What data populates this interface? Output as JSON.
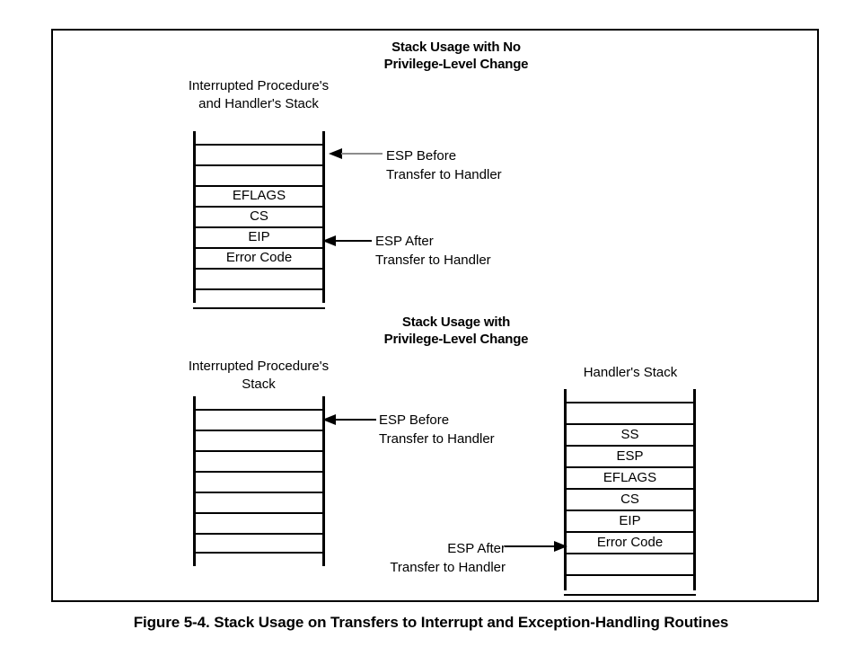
{
  "figure": {
    "caption": "Figure 5-4.  Stack Usage on Transfers to Interrupt and Exception-Handling Routines"
  },
  "sections": [
    {
      "id": "no-privilege-change",
      "title": "Stack Usage with No\nPrivilege-Level Change",
      "stacks": [
        {
          "id": "interrupted-and-handler-stack",
          "heading": "Interrupted Procedure's\nand Handler's Stack",
          "rows": [
            {
              "label": ""
            },
            {
              "label": ""
            },
            {
              "label": "EFLAGS"
            },
            {
              "label": "CS"
            },
            {
              "label": "EIP"
            },
            {
              "label": "Error Code"
            },
            {
              "label": ""
            },
            {
              "label": ""
            }
          ]
        }
      ],
      "annotations": [
        {
          "id": "esp-before",
          "text": "ESP Before\nTransfer to Handler"
        },
        {
          "id": "esp-after",
          "text": "ESP After\nTransfer to Handler"
        }
      ]
    },
    {
      "id": "privilege-change",
      "title": "Stack Usage with\nPrivilege-Level Change",
      "stacks": [
        {
          "id": "interrupted-procedure-stack",
          "heading": "Interrupted Procedure's\nStack",
          "rows": [
            {
              "label": ""
            },
            {
              "label": ""
            },
            {
              "label": ""
            },
            {
              "label": ""
            },
            {
              "label": ""
            },
            {
              "label": ""
            },
            {
              "label": ""
            }
          ]
        },
        {
          "id": "handlers-stack",
          "heading": "Handler's Stack",
          "rows": [
            {
              "label": ""
            },
            {
              "label": "SS"
            },
            {
              "label": "ESP"
            },
            {
              "label": "EFLAGS"
            },
            {
              "label": "CS"
            },
            {
              "label": "EIP"
            },
            {
              "label": "Error Code"
            },
            {
              "label": ""
            },
            {
              "label": ""
            }
          ]
        }
      ],
      "annotations": [
        {
          "id": "esp-before",
          "text": "ESP Before\nTransfer to Handler"
        },
        {
          "id": "esp-after",
          "text": "ESP After\nTransfer to Handler"
        }
      ]
    }
  ],
  "colors": {
    "ink": "#000000",
    "paper": "#ffffff",
    "gray_shaft": "#8c8c8c"
  }
}
